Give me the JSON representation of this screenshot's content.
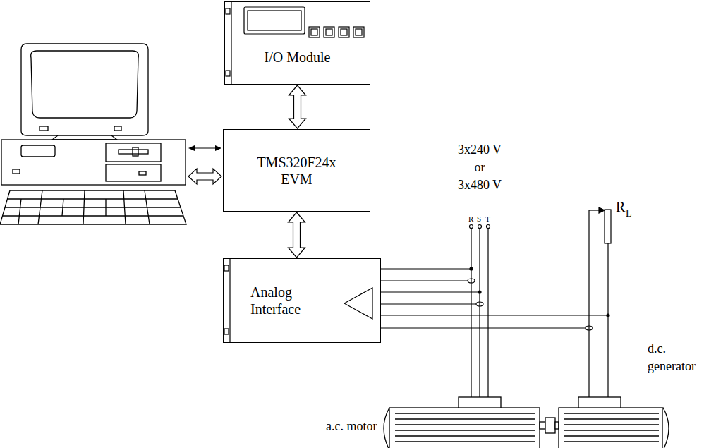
{
  "diagram": {
    "nodes": [
      {
        "text": [
          "I/O Module"
        ]
      },
      {
        "text": [
          "TMS320F24x EVM"
        ]
      },
      {
        "text": [
          "Analog Interface"
        ]
      }
    ],
    "edges": [
      {
        "from": 0,
        "to": 1,
        "arrow": "both"
      },
      {
        "from": 1,
        "to": 2,
        "arrow": "both"
      }
    ],
    "labels": [
      "3x240 V or 3x480 V",
      "R",
      "S",
      "T",
      "R",
      "L",
      "d.c. generator",
      "a.c. motor"
    ]
  }
}
